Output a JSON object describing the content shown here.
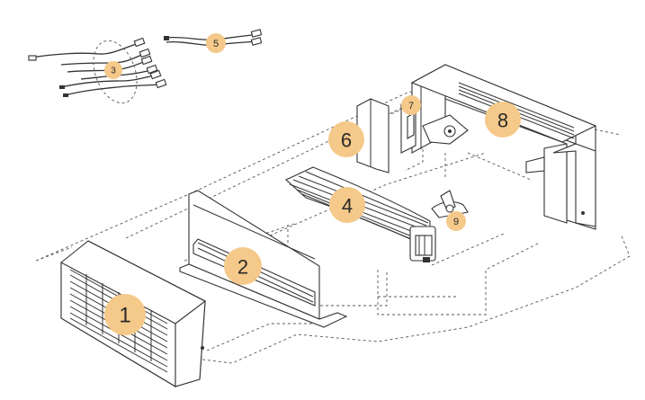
{
  "callouts": [
    {
      "label": "1"
    },
    {
      "label": "2"
    },
    {
      "label": "3"
    },
    {
      "label": "4"
    },
    {
      "label": "5"
    },
    {
      "label": "6"
    },
    {
      "label": "7"
    },
    {
      "label": "8"
    },
    {
      "label": "9"
    }
  ],
  "colors": {
    "callout_fill": "#f5c98a",
    "line": "#333333",
    "background": "#ffffff"
  }
}
